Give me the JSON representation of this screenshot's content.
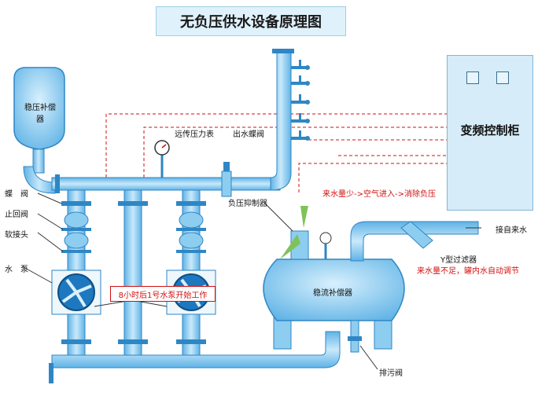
{
  "title": "无负压供水设备原理图",
  "control_cabinet": "变频控制柜",
  "labels": {
    "stabilizer_small": "稳压补偿器",
    "butterfly_valve": "蝶　阀",
    "check_valve": "止回阀",
    "soft_joint": "软接头",
    "water_pump": "水　泵",
    "remote_gauge": "远传压力表",
    "outlet_valve": "出水蝶阀",
    "negative_pressure_suppressor": "负压抑制器",
    "tank": "稳流补偿器",
    "inlet": "接自来水",
    "y_filter": "Y型过滤器",
    "drain_valve": "排污阀"
  },
  "notes": {
    "vacuum_note": "来水量少->空气进入->消除负压",
    "auto_adjust": "来水量不足，罐内水自动调节",
    "pump_switch": "8小时后1号水泵开始工作"
  },
  "colors": {
    "pipe": "#8dcdf0",
    "pipe_stroke": "#2f86c4",
    "control_line": "#d01010"
  }
}
